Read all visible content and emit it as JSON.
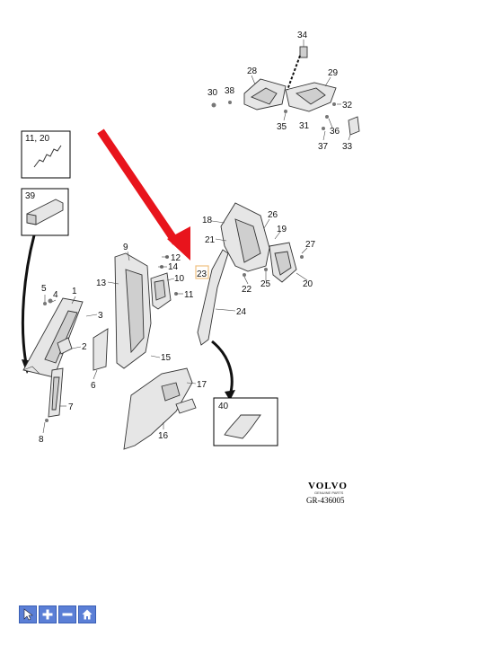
{
  "diagram": {
    "part_numbers": {
      "n1": "1",
      "n2": "2",
      "n3": "3",
      "n4": "4",
      "n5": "5",
      "n6": "6",
      "n7": "7",
      "n8": "8",
      "n9": "9",
      "n10": "10",
      "n11": "11",
      "n12": "12",
      "n13": "13",
      "n14": "14",
      "n15": "15",
      "n16": "16",
      "n17": "17",
      "n18": "18",
      "n19": "19",
      "n20": "20",
      "n21": "21",
      "n22": "22",
      "n23": "23",
      "n24": "24",
      "n25": "25",
      "n26": "26",
      "n27": "27",
      "n28": "28",
      "n29": "29",
      "n30": "30",
      "n31": "31",
      "n32": "32",
      "n33": "33",
      "n34": "34",
      "n35": "35",
      "n36": "36",
      "n37": "37",
      "n38": "38"
    },
    "insets": {
      "spring_label": "11, 20",
      "clip_label": "39",
      "foam_label": "40"
    },
    "highlight_color": "#f0c080",
    "arrow_color": "#e8141c"
  },
  "branding": {
    "brand_name": "VOLVO",
    "brand_sub": "GENUINE PARTS",
    "ref_code": "GR-436005"
  },
  "toolbar": {
    "buttons": [
      {
        "icon": "pointer-icon"
      },
      {
        "icon": "zoom-in-icon"
      },
      {
        "icon": "zoom-out-icon"
      },
      {
        "icon": "home-icon"
      }
    ]
  }
}
